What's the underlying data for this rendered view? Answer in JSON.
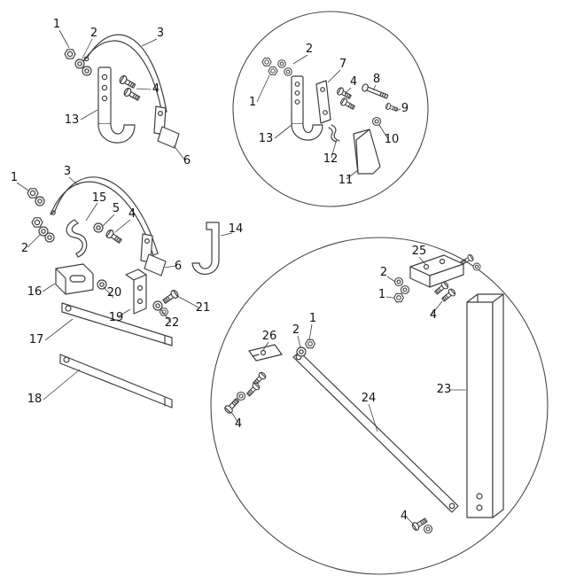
{
  "figure": {
    "kind": "exploded-parts-diagram",
    "background": "#ffffff",
    "line_color": "#3f3f3f",
    "part_numbers_shown": [
      "1",
      "2",
      "3",
      "4",
      "5",
      "6",
      "7",
      "8",
      "9",
      "10",
      "11",
      "12",
      "13",
      "14",
      "15",
      "16",
      "17",
      "18",
      "19",
      "20",
      "21",
      "22",
      "23",
      "24",
      "25",
      "26"
    ]
  },
  "callouts": [
    {
      "label": "1",
      "view": "top-left"
    },
    {
      "label": "2",
      "view": "top-left"
    },
    {
      "label": "3",
      "view": "top-left"
    },
    {
      "label": "4",
      "view": "top-left"
    },
    {
      "label": "13",
      "view": "top-left"
    },
    {
      "label": "6",
      "view": "top-left"
    },
    {
      "label": "2",
      "view": "detail-top-right"
    },
    {
      "label": "7",
      "view": "detail-top-right"
    },
    {
      "label": "4",
      "view": "detail-top-right"
    },
    {
      "label": "8",
      "view": "detail-top-right"
    },
    {
      "label": "9",
      "view": "detail-top-right"
    },
    {
      "label": "1",
      "view": "detail-top-right"
    },
    {
      "label": "13",
      "view": "detail-top-right"
    },
    {
      "label": "12",
      "view": "detail-top-right"
    },
    {
      "label": "10",
      "view": "detail-top-right"
    },
    {
      "label": "11",
      "view": "detail-top-right"
    },
    {
      "label": "1",
      "view": "middle-left"
    },
    {
      "label": "3",
      "view": "middle-left"
    },
    {
      "label": "2",
      "view": "middle-left"
    },
    {
      "label": "15",
      "view": "middle-left"
    },
    {
      "label": "5",
      "view": "middle-left"
    },
    {
      "label": "4",
      "view": "middle-left"
    },
    {
      "label": "6",
      "view": "middle-left"
    },
    {
      "label": "14",
      "view": "middle-left"
    },
    {
      "label": "16",
      "view": "middle-left"
    },
    {
      "label": "20",
      "view": "middle-left"
    },
    {
      "label": "19",
      "view": "middle-left"
    },
    {
      "label": "21",
      "view": "middle-left"
    },
    {
      "label": "22",
      "view": "middle-left"
    },
    {
      "label": "17",
      "view": "middle-left"
    },
    {
      "label": "18",
      "view": "middle-left"
    },
    {
      "label": "25",
      "view": "detail-bottom-right"
    },
    {
      "label": "2",
      "view": "detail-bottom-right"
    },
    {
      "label": "1",
      "view": "detail-bottom-right"
    },
    {
      "label": "4",
      "view": "detail-bottom-right"
    },
    {
      "label": "1",
      "view": "detail-bottom-right"
    },
    {
      "label": "2",
      "view": "detail-bottom-right"
    },
    {
      "label": "26",
      "view": "detail-bottom-right"
    },
    {
      "label": "4",
      "view": "detail-bottom-right"
    },
    {
      "label": "24",
      "view": "detail-bottom-right"
    },
    {
      "label": "23",
      "view": "detail-bottom-right"
    },
    {
      "label": "4",
      "view": "detail-bottom-right"
    }
  ]
}
